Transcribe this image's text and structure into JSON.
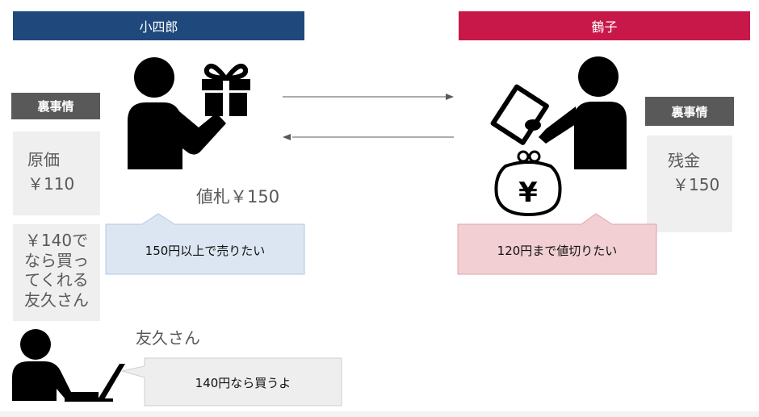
{
  "left_party": {
    "name": "小四郎",
    "color": "#1f497d"
  },
  "right_party": {
    "name": "鶴子",
    "color": "#c8184a"
  },
  "left_secret": {
    "tag": "裏事情",
    "label": "原価",
    "value": "￥110"
  },
  "right_secret": {
    "tag": "裏事情",
    "label": "残金",
    "value": "￥150"
  },
  "price_tag": "値札￥150",
  "left_speech": {
    "text": "150円以上で売りたい",
    "bg": "#dce6f2"
  },
  "right_speech": {
    "text": "120円まで値切りたい",
    "bg": "#f2cfd3"
  },
  "friend_note": [
    "￥140で",
    "なら買っ",
    "てくれる",
    "友久さん"
  ],
  "friend_name": "友久さん",
  "friend_speech": {
    "text": "140円なら買うよ",
    "bg": "#eeeeee"
  },
  "icons": [
    "gift-giver-icon",
    "tablet-person-icon",
    "yen-purse-icon",
    "laptop-person-icon",
    "right-arrow",
    "left-arrow"
  ]
}
